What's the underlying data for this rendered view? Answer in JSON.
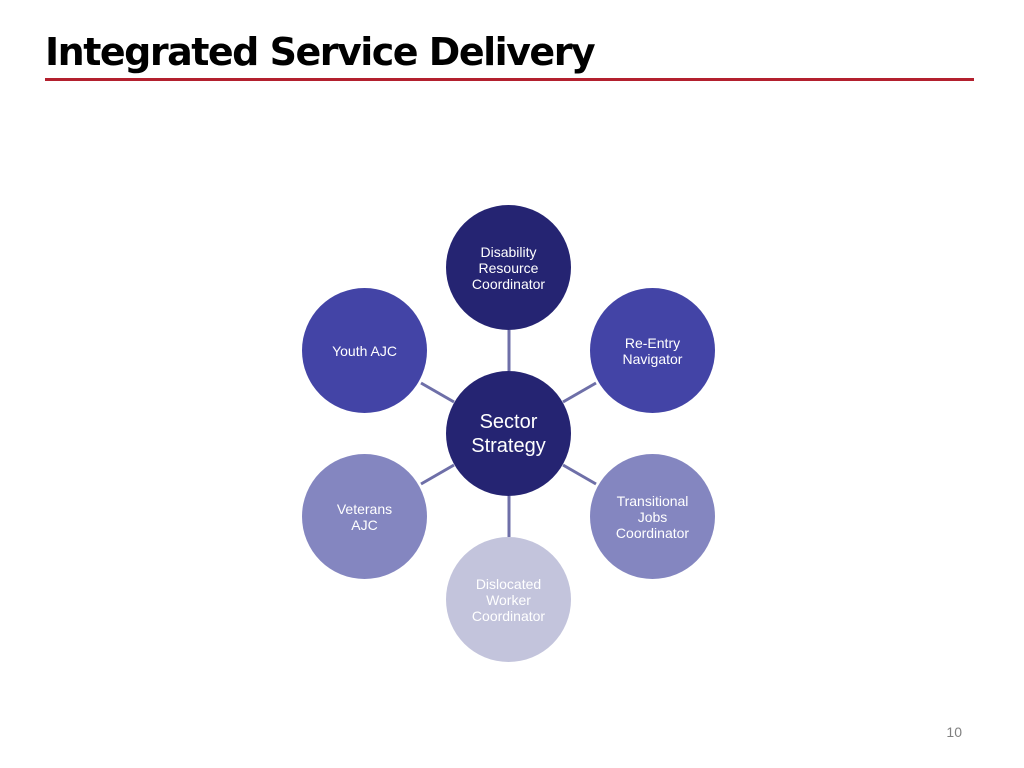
{
  "slide": {
    "title": "Integrated Service Delivery",
    "page_number": "10",
    "accent_color": "#b3202e"
  },
  "diagram": {
    "center": {
      "label": "Sector\nStrategy",
      "color": "#252472"
    },
    "nodes": [
      {
        "label": "Disability\nResource\nCoordinator",
        "color": "#252472"
      },
      {
        "label": "Re-Entry\nNavigator",
        "color": "#4344a6"
      },
      {
        "label": "Transitional\nJobs\nCoordinator",
        "color": "#8486c0"
      },
      {
        "label": "Dislocated\nWorker\nCoordinator",
        "color": "#c3c4dc"
      },
      {
        "label": "Veterans\nAJC",
        "color": "#8486c0"
      },
      {
        "label": "Youth AJC",
        "color": "#4344a6"
      }
    ],
    "connector_color": "#6e6fa8"
  }
}
